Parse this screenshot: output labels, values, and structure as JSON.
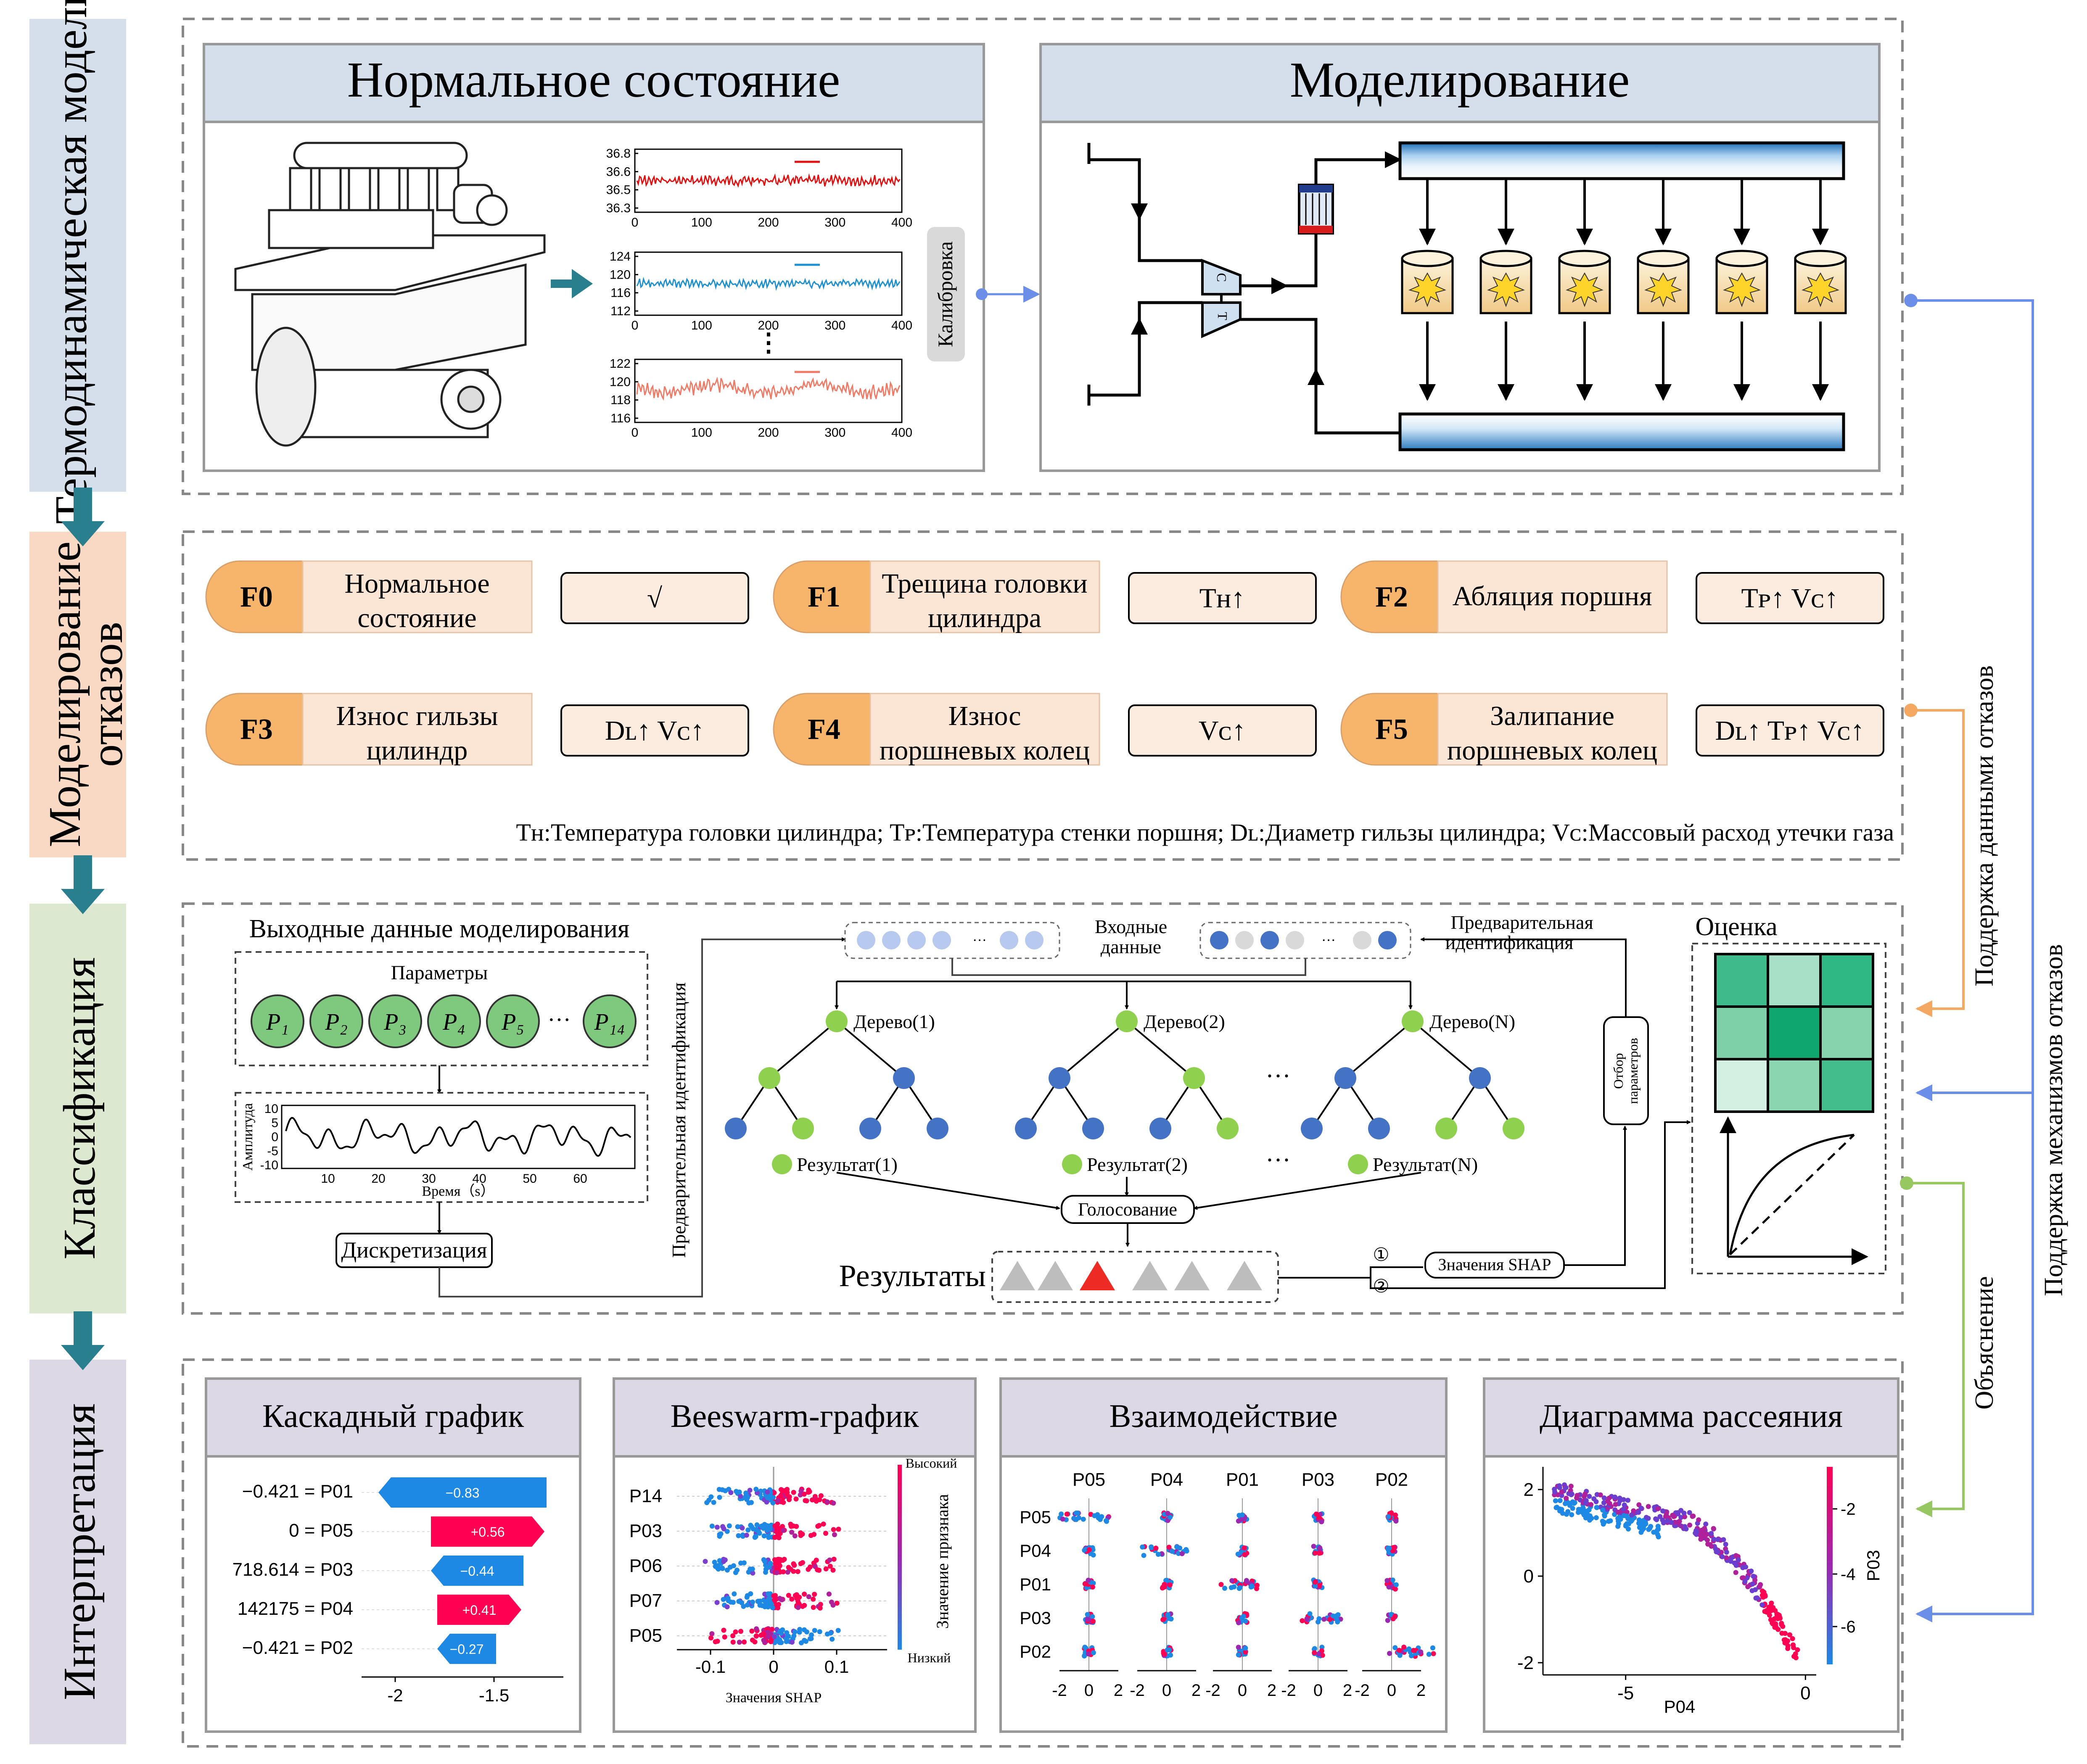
{
  "stages": [
    {
      "label": "Термодинамическая модель",
      "color": "#d4dfeb"
    },
    {
      "label": "Моделирование отказов",
      "color": "#f9d9c3"
    },
    {
      "label": "Классификация",
      "color": "#dce8cf"
    },
    {
      "label": "Интерпретация",
      "color": "#dcd8e6"
    }
  ],
  "thermo": {
    "normal_title": "Нормальное состояние",
    "modeling_title": "Моделирование",
    "calibration": "Калибровка",
    "plot1_yticks": [
      "36.8",
      "36.6",
      "36.5",
      "36.3"
    ],
    "plot2_yticks": [
      "124",
      "120",
      "116",
      "112"
    ],
    "plot3_yticks": [
      "122",
      "120",
      "118",
      "116"
    ],
    "xticks": [
      "0",
      "100",
      "200",
      "300",
      "400"
    ],
    "ellipsis": "⋮",
    "compressor": "C",
    "turbine": "T",
    "colors": {
      "plot1": "#e11010",
      "plot2": "#1e90d0",
      "plot3": "#ef7a66",
      "arrow": "#2a7f8f"
    }
  },
  "faults": {
    "items": [
      {
        "code": "F0",
        "name": "Нормальное состояние",
        "effect": "√"
      },
      {
        "code": "F1",
        "name": "Трещина головки цилиндра",
        "effect": "Tʜ↑"
      },
      {
        "code": "F2",
        "name": "Абляция поршня",
        "effect": "Tᴘ↑   Vᴄ↑"
      },
      {
        "code": "F3",
        "name": "Износ гильзы цилиндр",
        "effect": "Dʟ↑   Vᴄ↑"
      },
      {
        "code": "F4",
        "name": "Износ поршневых колец",
        "effect": "Vᴄ↑"
      },
      {
        "code": "F5",
        "name": "Залипание поршневых колец",
        "effect": "Dʟ↑ Tᴘ↑ Vᴄ↑"
      }
    ],
    "legend": "Tʜ:Температура головки цилиндра; Tᴘ:Температура стенки поршня; Dʟ:Диаметр гильзы цилиндра; Vᴄ:Массовый расход утечки газа",
    "colors": {
      "code_fill": "#f7b56b",
      "name_fill": "#fbe6d5",
      "effect_fill": "#fcecdf"
    }
  },
  "classification": {
    "sim_output": "Выходные данные моделирования",
    "params": "Параметры",
    "param_labels": [
      "P₁",
      "P₂",
      "P₃",
      "P₄",
      "P₅",
      "P₁₄"
    ],
    "param_ellipsis": "···",
    "amplitude": "Амплитуда",
    "time": "Время（s）",
    "amp_yticks": [
      "10",
      "5",
      "0",
      "-5",
      "-10"
    ],
    "amp_xticks": [
      "10",
      "20",
      "30",
      "40",
      "50",
      "60"
    ],
    "discretization": "Дискретизация",
    "pre_ident_vertical": "Предварительная идентификация",
    "input_data": "Входные данные",
    "pre_ident": "Предварительная идентификация",
    "trees": [
      "Дерево(1)",
      "Дерево(2)",
      "Дерево(N)"
    ],
    "results": [
      "Результат(1)",
      "Результат(2)",
      "Результат(N)"
    ],
    "voting": "Голосование",
    "results_label": "Результаты",
    "param_selection": "Отбор параметров",
    "shap_values": "Значения SHAP",
    "step1": "①",
    "step2": "②",
    "evaluation": "Оценка",
    "dots": "···",
    "colors": {
      "green": "#8fd14f",
      "blue": "#4472c4"
    }
  },
  "interpretation": {
    "waterfall": {
      "title": "Каскадный график",
      "rows": [
        {
          "label": "−0.421 = P01",
          "value": "−0.83"
        },
        {
          "label": "0 = P05",
          "value": "+0.56"
        },
        {
          "label": "718.614 = P03",
          "value": "−0.44"
        },
        {
          "label": "142175 = P04",
          "value": "+0.41"
        },
        {
          "label": "−0.421 = P02",
          "value": "−0.27"
        }
      ],
      "xticks": [
        "-2",
        "-1.5"
      ]
    },
    "beeswarm": {
      "title": "Beeswarm-график",
      "features": [
        "P14",
        "P03",
        "P06",
        "P07",
        "P05"
      ],
      "xticks": [
        "-0.1",
        "0",
        "0.1"
      ],
      "xlabel": "Значения SHAP",
      "high": "Высокий",
      "low": "Низкий",
      "cbar_label": "Значение признака"
    },
    "interaction": {
      "title": "Взаимодействие",
      "cols": [
        "P05",
        "P04",
        "P01",
        "P03",
        "P02"
      ],
      "rows": [
        "P05",
        "P04",
        "P01",
        "P03",
        "P02"
      ],
      "xticks": [
        "-2",
        "0",
        "2"
      ]
    },
    "scatter": {
      "title": "Диаграмма рассеяния",
      "xlabel": "P04",
      "cbar_label": "P03",
      "xticks": [
        "-5",
        "0"
      ],
      "yticks": [
        "2",
        "0",
        "-2"
      ],
      "cticks": [
        "-2",
        "-4",
        "-6"
      ]
    }
  },
  "right_labels": {
    "fault_data": "Поддержка данными отказов",
    "mechanism": "Поддержка механизмов отказов",
    "explanation": "Объяснение"
  }
}
